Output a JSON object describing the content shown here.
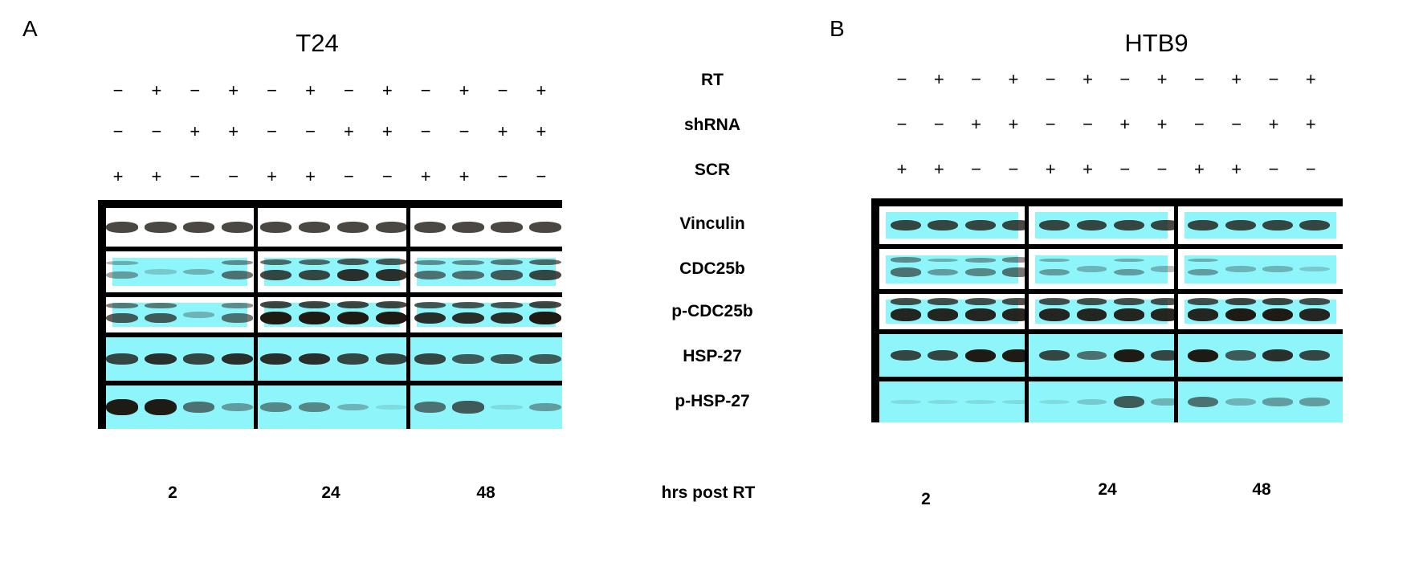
{
  "conditions": [
    "RT",
    "shRNA",
    "SCR"
  ],
  "proteins": [
    "Vinculin",
    "CDC25b",
    "p-CDC25b",
    "HSP-27",
    "p-HSP-27"
  ],
  "time_axis_label": "hrs post RT",
  "colors": {
    "membrane": "#8ef6fb",
    "band": "#1e1a14"
  },
  "panels": [
    {
      "label": "A",
      "title": "T24",
      "time_points": [
        "2",
        "24",
        "48"
      ],
      "signs": {
        "RT": [
          "−",
          "+",
          "−",
          "+",
          "−",
          "+",
          "−",
          "+",
          "−",
          "+",
          "−",
          "+"
        ],
        "shRNA": [
          "−",
          "−",
          "+",
          "+",
          "−",
          "−",
          "+",
          "+",
          "−",
          "−",
          "+",
          "+"
        ],
        "SCR": [
          "+",
          "+",
          "−",
          "−",
          "+",
          "+",
          "−",
          "−",
          "+",
          "+",
          "−",
          "−"
        ]
      },
      "band_intensity": {
        "Vinculin": [
          0.8,
          0.8,
          0.8,
          0.8,
          0.8,
          0.8,
          0.8,
          0.8,
          0.8,
          0.8,
          0.8,
          0.8
        ],
        "CDC25b": [
          0.4,
          0.2,
          0.3,
          0.6,
          0.8,
          0.8,
          0.9,
          0.9,
          0.6,
          0.6,
          0.7,
          0.8
        ],
        "p-CDC25b": [
          0.7,
          0.7,
          0.3,
          0.6,
          1,
          1,
          1,
          1,
          0.9,
          0.9,
          0.9,
          1
        ],
        "HSP-27": [
          0.8,
          0.9,
          0.8,
          0.9,
          0.9,
          0.9,
          0.8,
          0.8,
          0.8,
          0.7,
          0.7,
          0.7
        ],
        "p-HSP-27": [
          1,
          1,
          0.6,
          0.4,
          0.5,
          0.5,
          0.3,
          0.1,
          0.6,
          0.7,
          0.1,
          0.4
        ]
      }
    },
    {
      "label": "B",
      "title": "HTB9",
      "time_points": [
        "2",
        "24",
        "48"
      ],
      "signs": {
        "RT": [
          "−",
          "+",
          "−",
          "+",
          "−",
          "+",
          "−",
          "+",
          "−",
          "+",
          "−",
          "+"
        ],
        "shRNA": [
          "−",
          "−",
          "+",
          "+",
          "−",
          "−",
          "+",
          "+",
          "−",
          "−",
          "+",
          "+"
        ],
        "SCR": [
          "+",
          "+",
          "−",
          "−",
          "+",
          "+",
          "−",
          "−",
          "+",
          "+",
          "−",
          "−"
        ]
      },
      "band_intensity": {
        "Vinculin": [
          0.8,
          0.8,
          0.8,
          0.8,
          0.8,
          0.8,
          0.8,
          0.8,
          0.8,
          0.8,
          0.8,
          0.8
        ],
        "CDC25b": [
          0.6,
          0.4,
          0.5,
          0.6,
          0.4,
          0.3,
          0.4,
          0.3,
          0.4,
          0.3,
          0.3,
          0.2
        ],
        "p-CDC25b": [
          0.95,
          0.95,
          0.95,
          0.95,
          0.95,
          0.95,
          0.95,
          0.95,
          0.95,
          1,
          1,
          0.95
        ],
        "HSP-27": [
          0.8,
          0.8,
          1,
          1,
          0.8,
          0.6,
          1,
          0.8,
          1,
          0.7,
          0.9,
          0.8
        ],
        "p-HSP-27": [
          0.1,
          0.1,
          0.1,
          0.1,
          0.1,
          0.2,
          0.7,
          0.3,
          0.6,
          0.3,
          0.4,
          0.4
        ]
      }
    }
  ]
}
